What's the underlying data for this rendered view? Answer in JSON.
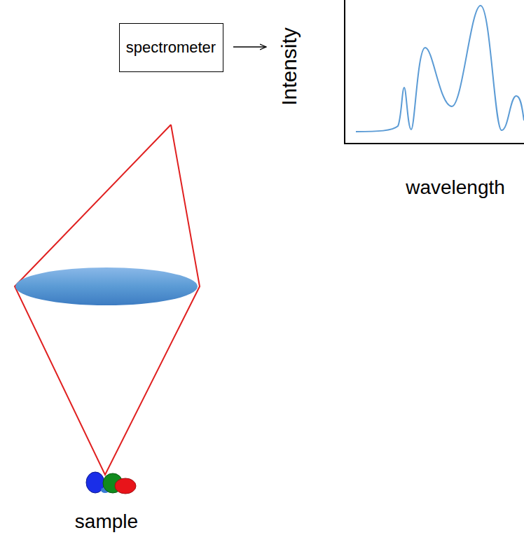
{
  "diagram": {
    "nodes": [
      {
        "text": [
          "spectrometer"
        ]
      }
    ],
    "labels": [
      "Intensity",
      "wavelength",
      "sample"
    ]
  }
}
